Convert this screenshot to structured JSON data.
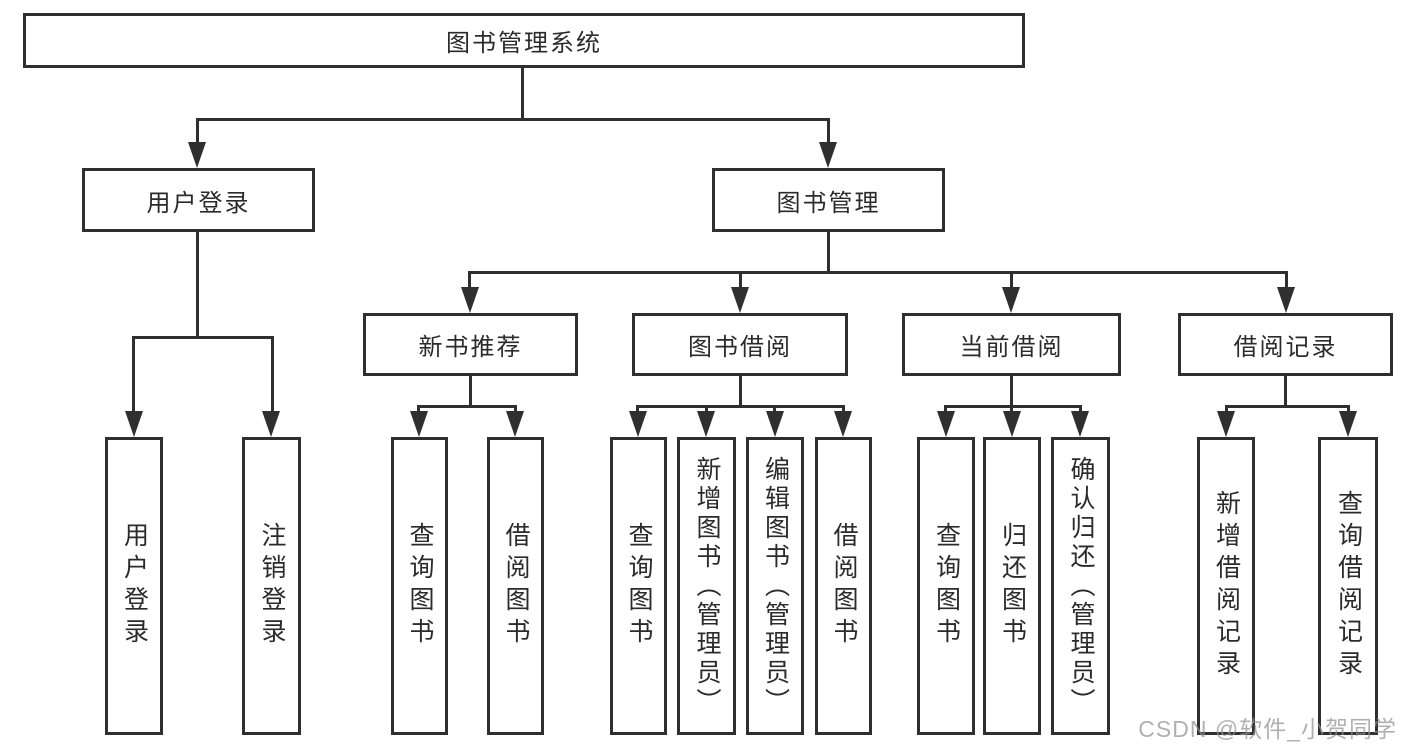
{
  "diagram_title": "图书管理系统",
  "tree": {
    "root": {
      "label": "图书管理系统"
    },
    "branches": [
      {
        "label": "用户登录",
        "children": [
          {
            "label": "用户登录"
          },
          {
            "label": "注销登录"
          }
        ]
      },
      {
        "label": "图书管理",
        "children": [
          {
            "label": "新书推荐",
            "children": [
              {
                "label": "查询图书"
              },
              {
                "label": "借阅图书"
              }
            ]
          },
          {
            "label": "图书借阅",
            "children": [
              {
                "label": "查询图书"
              },
              {
                "label": "新增图书（管理员）"
              },
              {
                "label": "编辑图书（管理员）"
              },
              {
                "label": "借阅图书"
              }
            ]
          },
          {
            "label": "当前借阅",
            "children": [
              {
                "label": "查询图书"
              },
              {
                "label": "归还图书"
              },
              {
                "label": "确认归还（管理员）"
              }
            ]
          },
          {
            "label": "借阅记录",
            "children": [
              {
                "label": "新增借阅记录"
              },
              {
                "label": "查询借阅记录"
              }
            ]
          }
        ]
      }
    ]
  },
  "watermark": {
    "text": "CSDN @软件_小贺同学",
    "color": "#919191"
  },
  "colors": {
    "line": "#2f2f2f",
    "text": "#2b2b2b",
    "background": "#ffffff"
  }
}
